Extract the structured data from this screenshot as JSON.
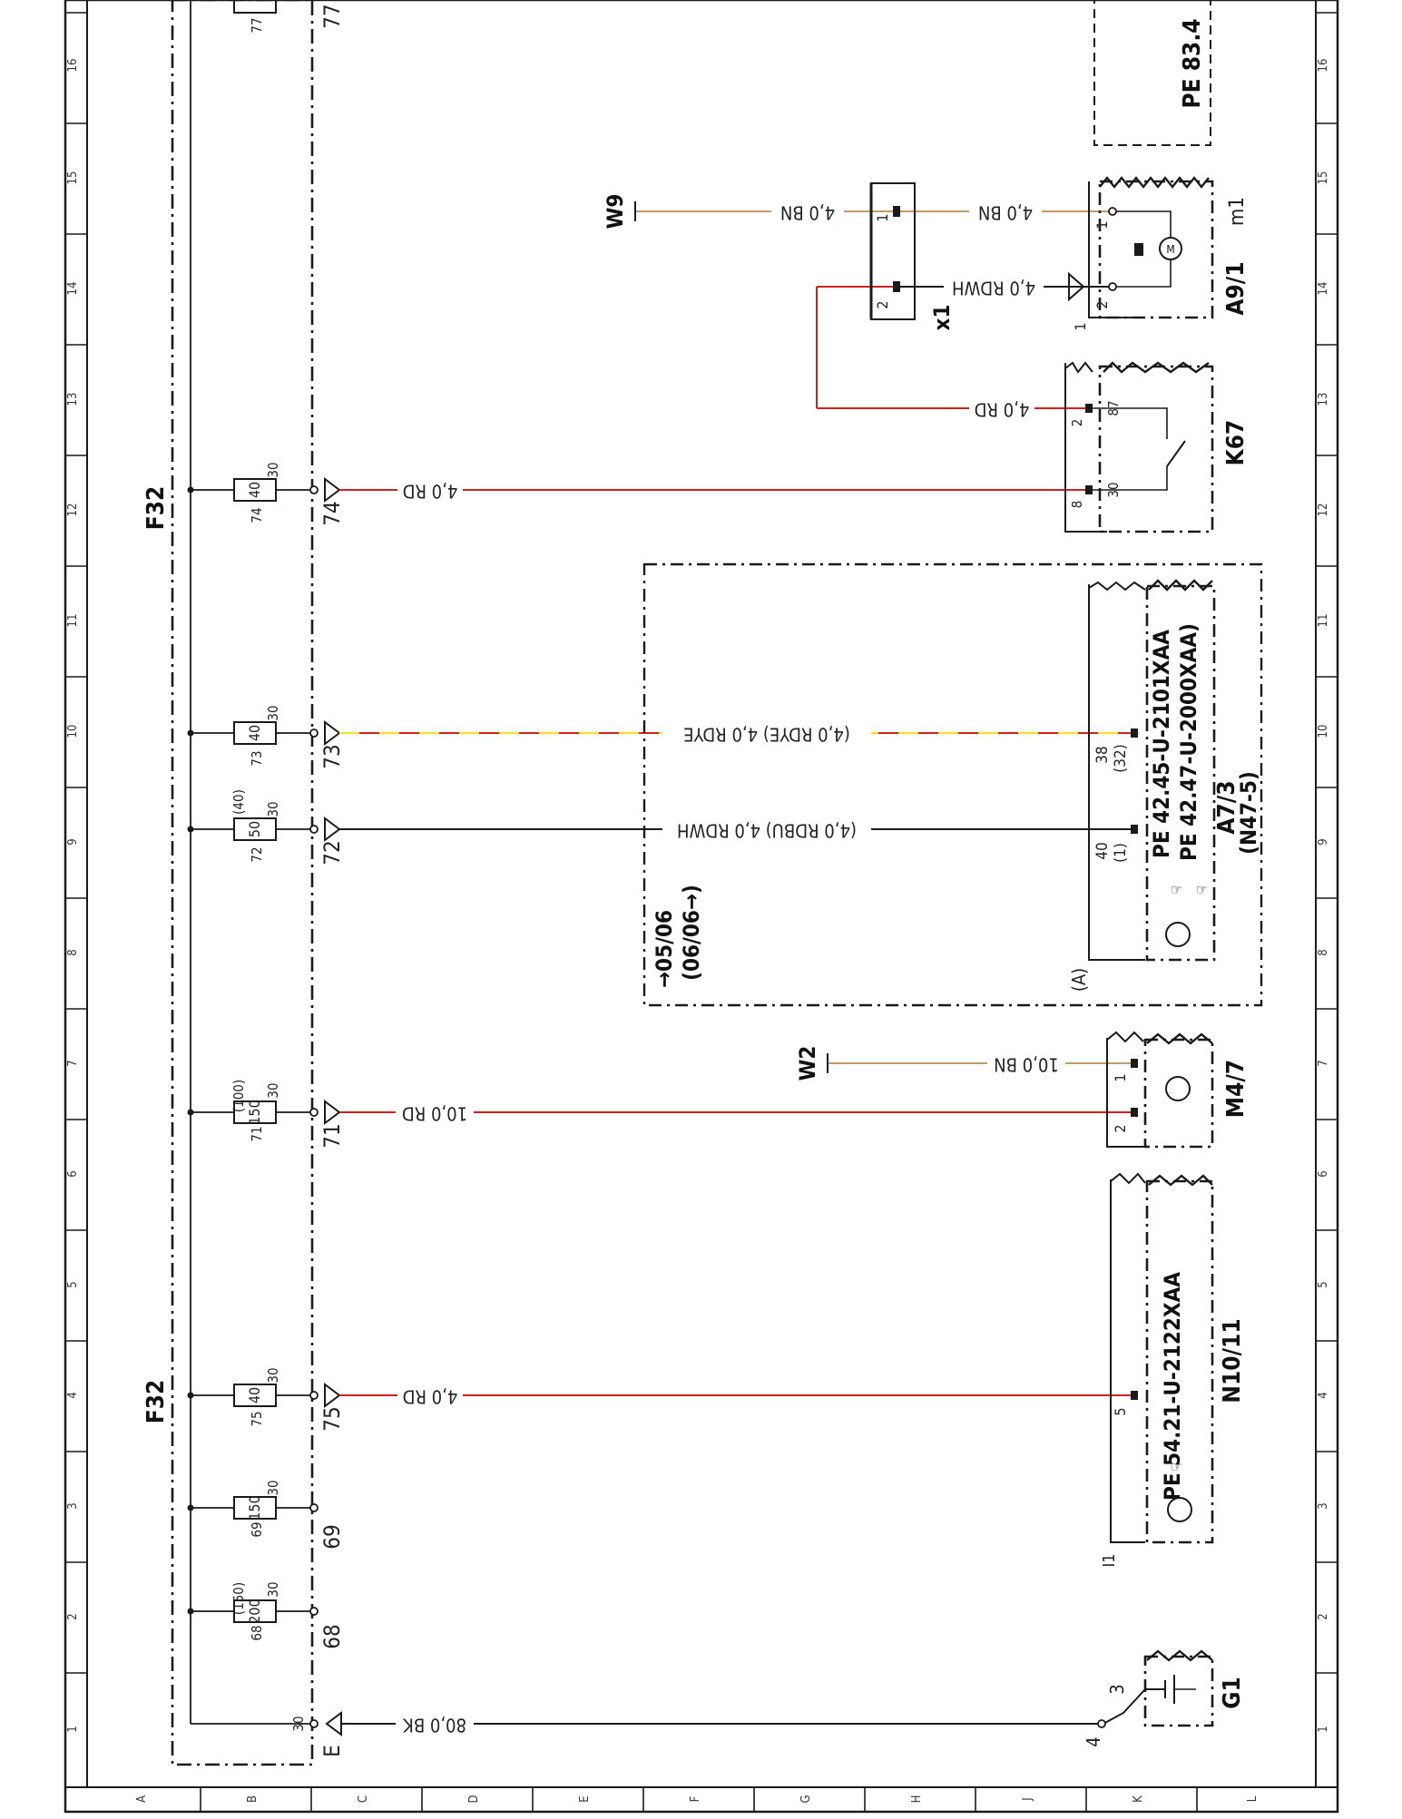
{
  "frame": {
    "columns": [
      "16",
      "15",
      "14",
      "13",
      "12",
      "11",
      "10",
      "9",
      "8",
      "7",
      "6",
      "5",
      "4",
      "3",
      "2",
      "1"
    ],
    "rows": [
      "A",
      "B",
      "C",
      "D",
      "E",
      "F",
      "G",
      "H",
      "J",
      "K",
      "L"
    ]
  },
  "fuse_box": {
    "label_top": "F32",
    "label_bottom": "F32",
    "fuses": [
      {
        "id": "77",
        "rating": "",
        "alt": "",
        "terminal": "",
        "output": "77",
        "output_wire": "",
        "col": "16.9"
      },
      {
        "id": "74",
        "rating": "40",
        "alt": "",
        "terminal": "30",
        "output": "74",
        "output_wire": "4,0 RD",
        "col": "12"
      },
      {
        "id": "73",
        "rating": "40",
        "alt": "",
        "terminal": "30",
        "output": "73",
        "output_wire": "4,0 RDYE",
        "col": "10"
      },
      {
        "id": "72",
        "rating": "50",
        "alt": "(40)",
        "terminal": "30",
        "output": "72",
        "output_wire": "4,0 RDWH",
        "col": "9"
      },
      {
        "id": "71",
        "rating": "150",
        "alt": "(100)",
        "terminal": "30",
        "output": "71",
        "output_wire": "10,0 RD",
        "col": "7"
      },
      {
        "id": "75",
        "rating": "40",
        "alt": "",
        "terminal": "30",
        "output": "75",
        "output_wire": "4,0 RD",
        "col": "4"
      },
      {
        "id": "69",
        "rating": "150",
        "alt": "",
        "terminal": "30",
        "output": "69",
        "output_wire": "",
        "col": "3"
      },
      {
        "id": "68",
        "rating": "200",
        "alt": "(150)",
        "terminal": "30",
        "output": "68",
        "output_wire": "",
        "col": "2"
      }
    ],
    "input": {
      "terminal": "30",
      "connector": "E",
      "wire": "80,0 BK"
    }
  },
  "components": {
    "pe_box": {
      "ref": "PE 83.4"
    },
    "w9": {
      "label": "W9",
      "wire_a": "4,0 BN",
      "wire_b": "4,0 BN"
    },
    "x1": {
      "label": "x1",
      "pin1": "1",
      "pin2": "2",
      "wire_2": "4,0 RDWH"
    },
    "a91": {
      "label": "A9/1",
      "tag": "m1",
      "pin1": "1",
      "pin2": "2",
      "side": "1"
    },
    "k67": {
      "label": "K67",
      "pin87": "87",
      "pin30": "30",
      "plug2": "2",
      "plug8": "8",
      "wire_87": "4,0 RD"
    },
    "a73": {
      "label": "A7/3",
      "label2": "(N47-5)",
      "pe1": "PE 42.45-U-2101XAA",
      "pe2": "PE 42.47-U-2000XAA)",
      "pin38": "38",
      "pin32": "(32)",
      "pin40": "40",
      "pin1": "(1)",
      "variant": "(A)",
      "wire_yellow": "(4,0 RDYE) 4,0 RDYE",
      "wire_blue": "(4,0 RDBU) 4,0 RDWH",
      "date_a": "→05/06",
      "date_b": "(06/06→)"
    },
    "w2": {
      "label": "W2",
      "wire": "10,0 BN"
    },
    "m47": {
      "label": "M4/7",
      "pin1": "1",
      "pin2": "2"
    },
    "n1011": {
      "label": "N10/11",
      "pe": "PE 54.21-U-2122XAA",
      "pin5": "5",
      "plug": "I1"
    },
    "g1": {
      "label": "G1",
      "pin3": "3",
      "pin4": "4"
    }
  },
  "colors": {
    "line": "#1a1a1a",
    "red": "#d21f1f",
    "brown": "#c49a6c",
    "yellow": "#f0e03c"
  }
}
